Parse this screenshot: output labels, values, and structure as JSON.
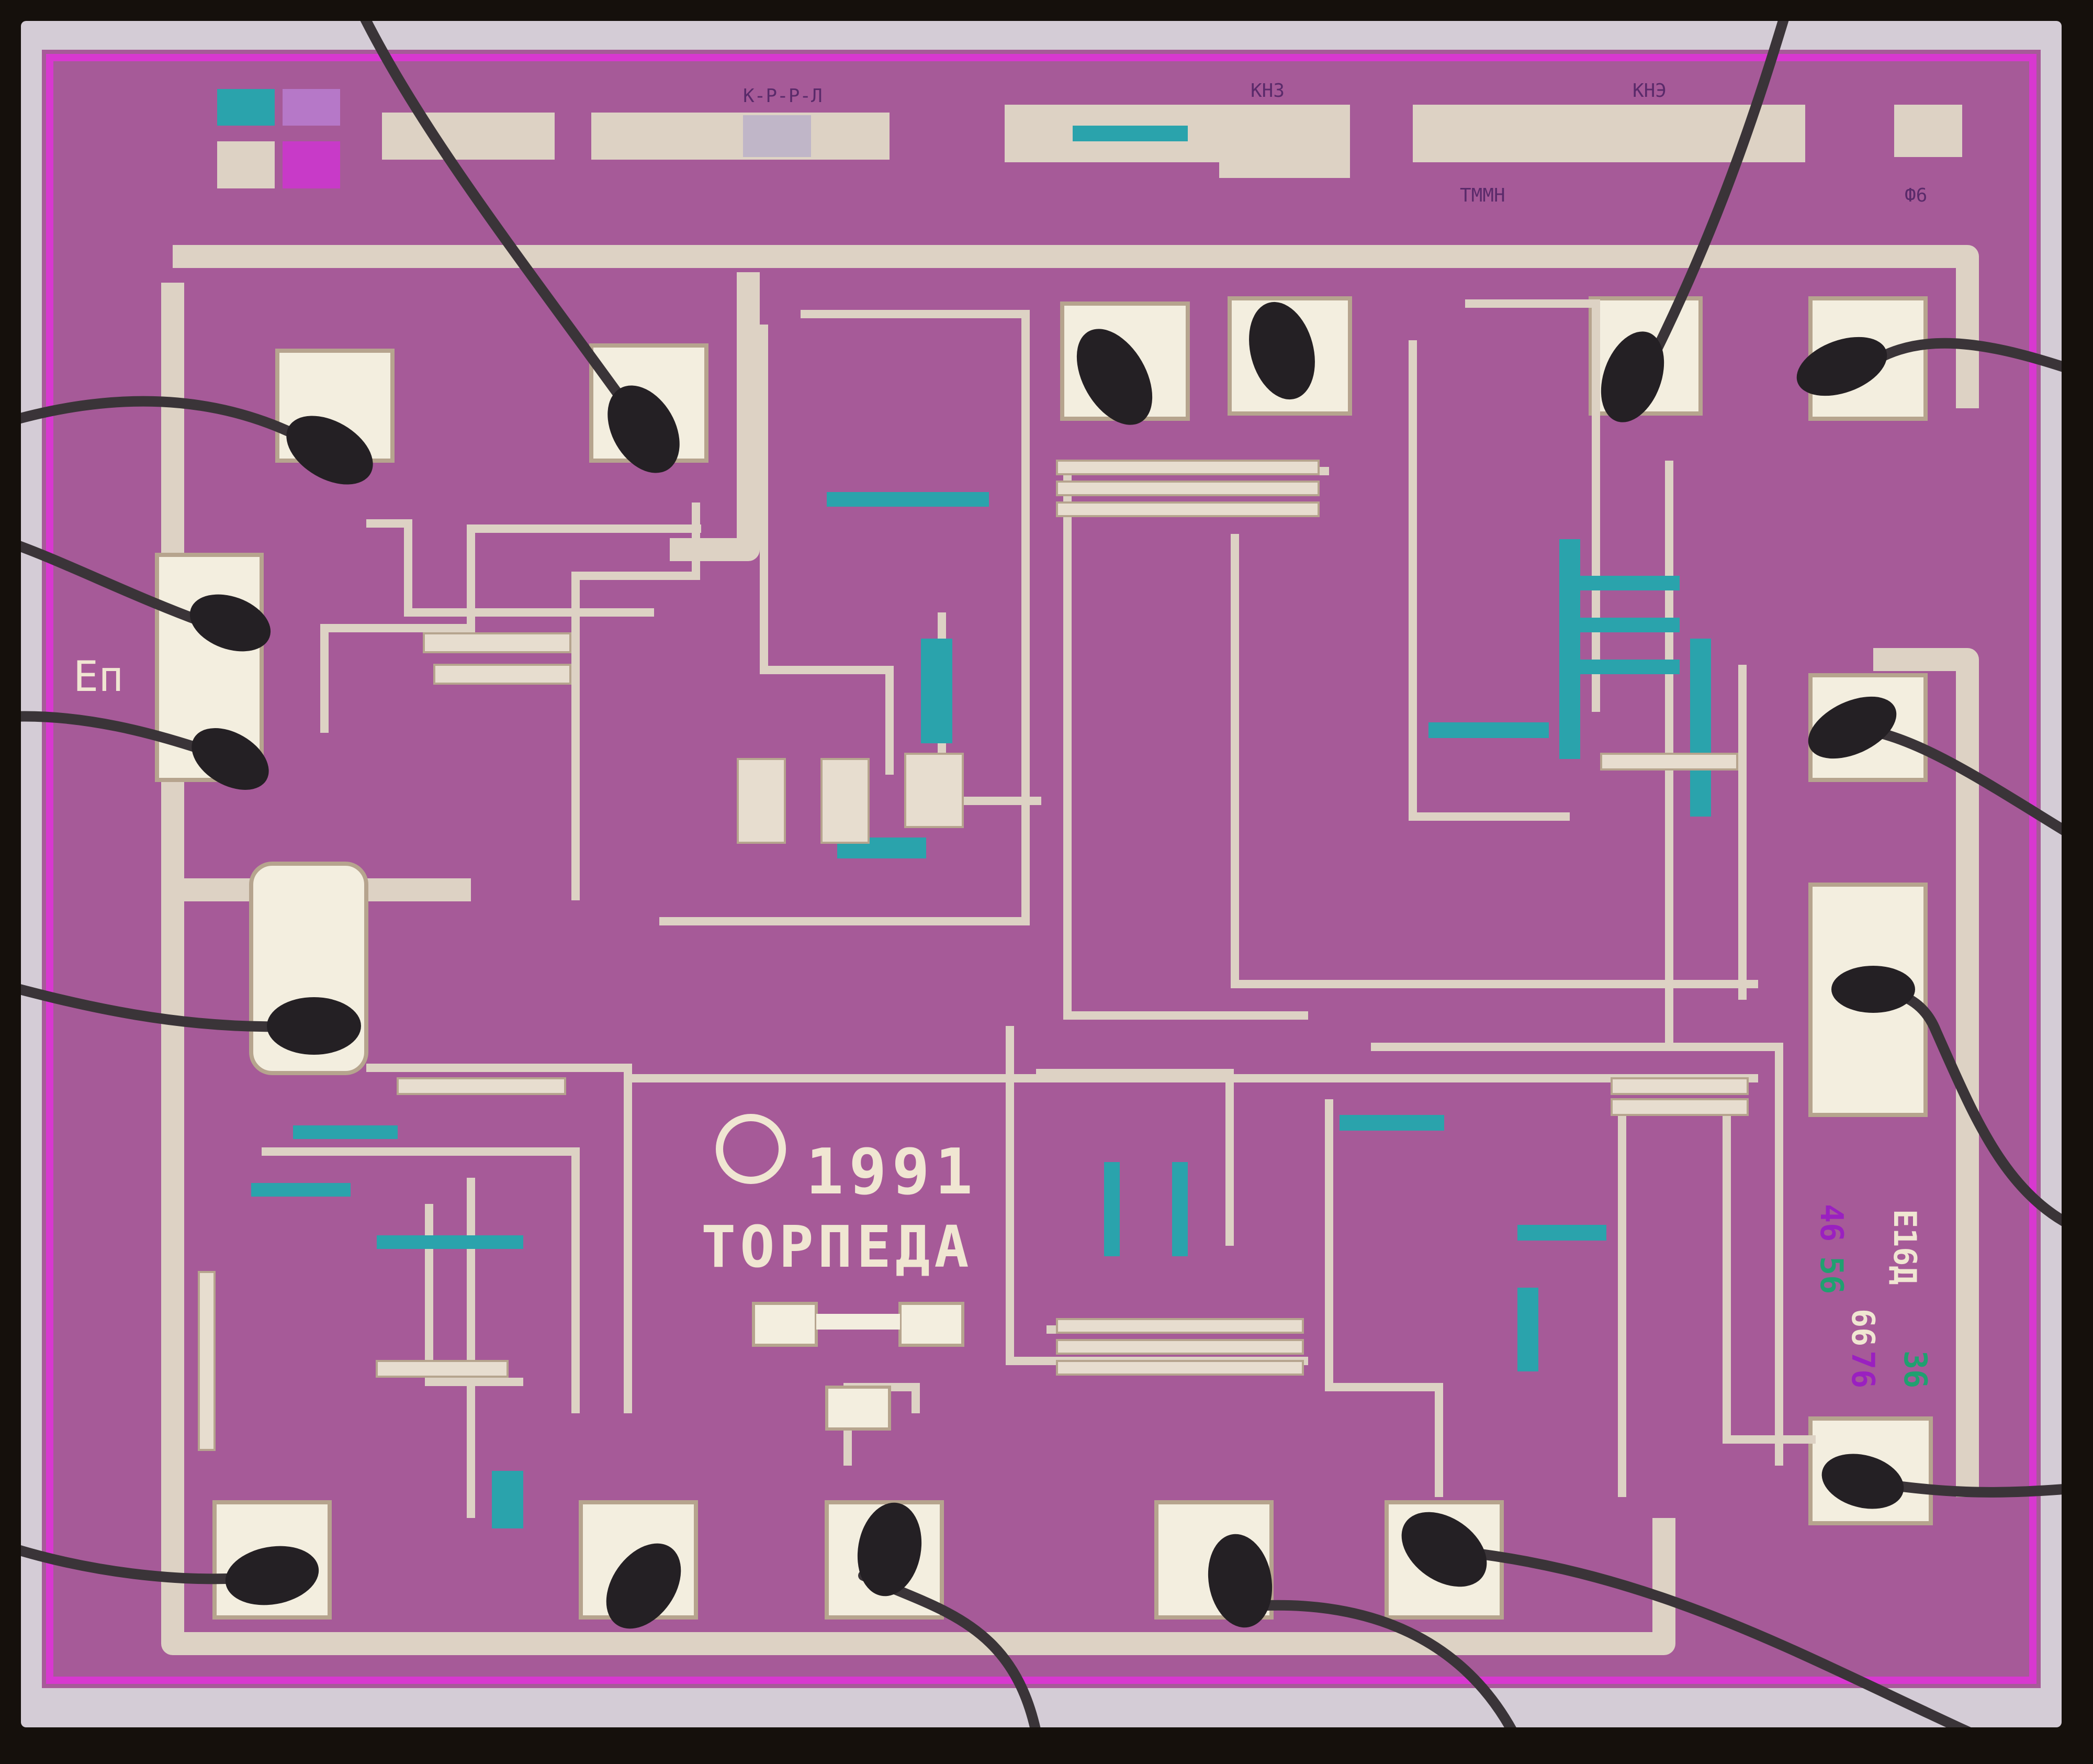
{
  "photo": {
    "subject": "integrated circuit die micrograph",
    "colors": {
      "background": "#15100c",
      "die_edge": "#d4ccd6",
      "die_surface": "#a65a98",
      "metal": "#ddd2c4",
      "metal_shadow": "#b6a48e",
      "diffusion": "#2aa3ac",
      "pad_fill": "#f3eedf",
      "bond_wire": "#3a3438",
      "bond_ball": "#242024",
      "seal_ring": "#d838d0",
      "label_text": "#f0e6d2",
      "marker_purple": "#9a20c0",
      "marker_green": "#20a070"
    },
    "die_markings": {
      "year": "1991",
      "name": "ТОРПЕДА",
      "left_label": "Еп",
      "top_code_1": "К-Р-Р-Л",
      "top_code_2": "КНЗ",
      "top_code_3": "КНЭ",
      "top_code_4": "ТММН",
      "top_code_5": "Ф6",
      "right_code_1": "Е16Д",
      "right_code_2": "56",
      "right_code_3": "66",
      "right_code_4": "76",
      "right_code_5": "36",
      "right_code_6": "46"
    }
  }
}
